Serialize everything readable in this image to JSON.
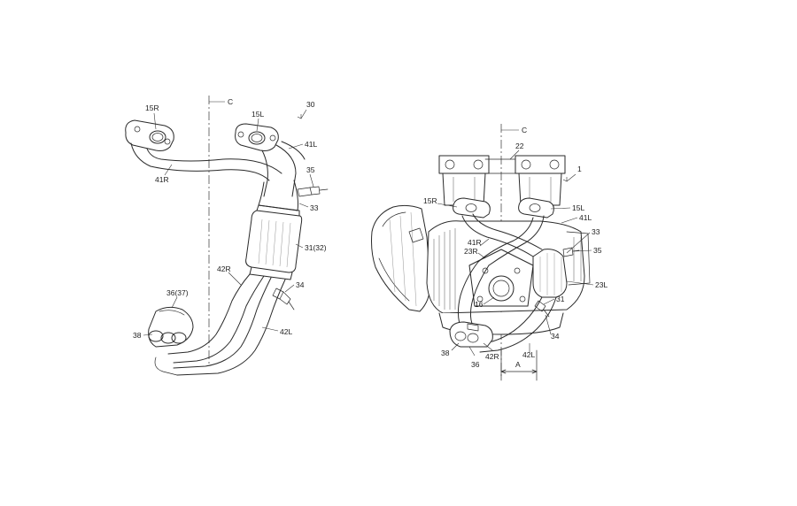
{
  "figure_left": {
    "labels": {
      "l30": "30",
      "lC": "C",
      "l15R": "15R",
      "l15L": "15L",
      "l41L": "41L",
      "l41R": "41R",
      "l35": "35",
      "l33": "33",
      "l31": "31(32)",
      "l42R": "42R",
      "l34": "34",
      "l36": "36(37)",
      "l38": "38",
      "l42L": "42L"
    }
  },
  "figure_right": {
    "labels": {
      "lC": "C",
      "l22": "22",
      "l1": "1",
      "l15R": "15R",
      "l15L": "15L",
      "l41L": "41L",
      "l33": "33",
      "l35": "35",
      "l41R": "41R",
      "l23R": "23R",
      "l23L": "23L",
      "l31": "31",
      "l16": "16",
      "l34": "34",
      "l38": "38",
      "l42R": "42R",
      "l36": "36",
      "lA": "A",
      "l42L": "42L"
    }
  }
}
